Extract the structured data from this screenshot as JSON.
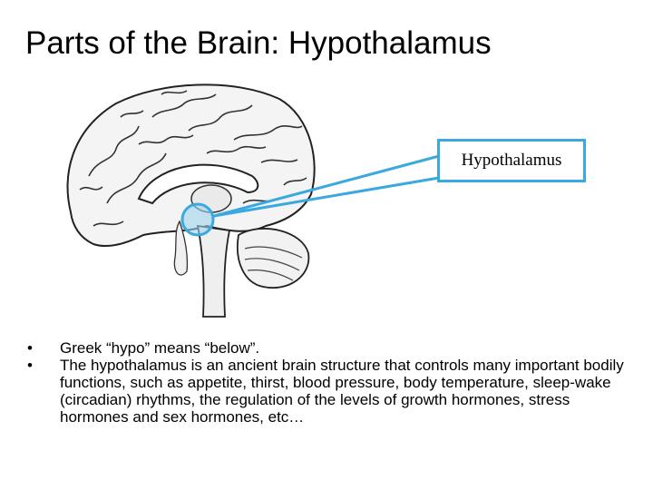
{
  "slide": {
    "title": "Parts of the Brain: Hypothalamus"
  },
  "figure": {
    "callout_label": "Hypothalamus",
    "highlight_color": "#39a9df",
    "image_description_icon": "brain-sagittal-section-illustration"
  },
  "bullets": [
    {
      "marker": "•",
      "text": "Greek “hypo” means “below”."
    },
    {
      "marker": "•",
      "text": "The hypothalamus is an ancient brain structure that controls many important bodily functions, such as appetite, thirst, blood pressure, body temperature,  sleep-wake (circadian) rhythms, the regulation of the levels of growth hormones, stress hormones and sex hormones, etc…"
    }
  ]
}
